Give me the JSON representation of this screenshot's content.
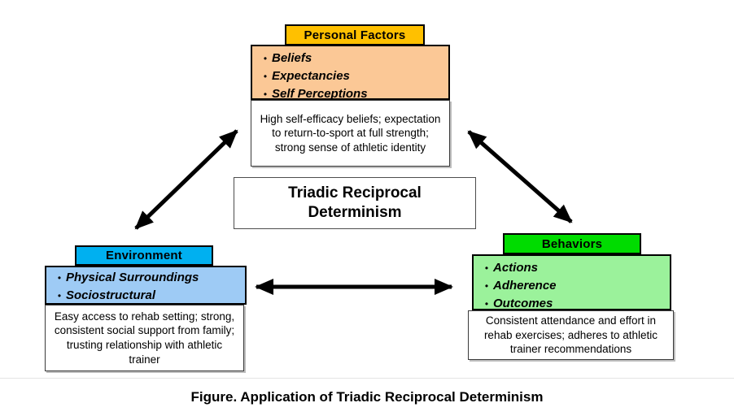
{
  "diagram": {
    "center_box": {
      "title": "Triadic Reciprocal Determinism"
    },
    "caption": "Figure. Application of Triadic Reciprocal Determinism",
    "bullet_glyph": "•",
    "arrow_color": "#000000",
    "nodes": [
      {
        "id": "personal-factors",
        "title": "Personal Factors",
        "header_color": "#FFC000",
        "body_color": "#FBC896",
        "bullets": [
          "Beliefs",
          "Expectancies",
          "Self Perceptions"
        ],
        "description": "High self-efficacy beliefs; expectation to return-to-sport at full strength; strong sense of athletic identity"
      },
      {
        "id": "environment",
        "title": "Environment",
        "header_color": "#00B0F0",
        "body_color": "#9ECBF5",
        "bullets": [
          "Physical Surroundings",
          "Sociostructural"
        ],
        "description": "Easy access to rehab setting; strong, consistent social support from family; trusting relationship with athletic trainer"
      },
      {
        "id": "behaviors",
        "title": "Behaviors",
        "header_color": "#00DC00",
        "body_color": "#9BF29B",
        "bullets": [
          "Actions",
          "Adherence",
          "Outcomes"
        ],
        "description": "Consistent attendance and effort in rehab exercises; adheres to athletic trainer recommendations"
      }
    ],
    "arrows": [
      {
        "name": "personal-environment",
        "bidirectional": true
      },
      {
        "name": "personal-behaviors",
        "bidirectional": true
      },
      {
        "name": "environment-behaviors",
        "bidirectional": true
      }
    ]
  }
}
